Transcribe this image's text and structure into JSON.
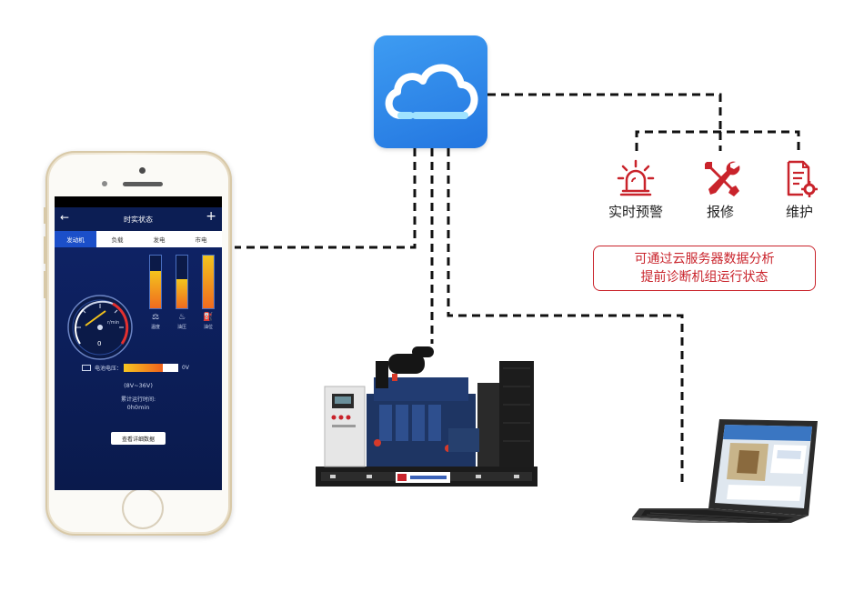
{
  "phone_app": {
    "title": "时实状态",
    "back_icon": "arrow-left-icon",
    "add_icon": "plus-icon",
    "tabs": [
      {
        "label": "发动机",
        "active": true
      },
      {
        "label": "负载",
        "active": false
      },
      {
        "label": "发电",
        "active": false
      },
      {
        "label": "市电",
        "active": false
      }
    ],
    "gauge": {
      "unit": "r/min",
      "reading": "0"
    },
    "tanks": [
      {
        "label": "温度",
        "icon": "thermometer-icon",
        "level": 0.7
      },
      {
        "label": "油压",
        "icon": "oil-can-icon",
        "level": 0.55
      },
      {
        "label": "油位",
        "icon": "fuel-pump-icon",
        "level": 1.0
      }
    ],
    "battery": {
      "label": "电池电压：",
      "value": "0V",
      "range": "(8V~36V)"
    },
    "runtime": {
      "label": "累计运行时间:",
      "value": "0h0min"
    },
    "detail_button": "查看详细数据"
  },
  "cloud": {
    "icon": "cloud-icon",
    "color": "#2f86ea"
  },
  "functions": [
    {
      "label": "实时预警",
      "icon": "alarm-light-icon"
    },
    {
      "label": "报修",
      "icon": "wrench-tools-icon"
    },
    {
      "label": "维护",
      "icon": "maintenance-doc-icon"
    }
  ],
  "note": {
    "line1": "可通过云服务器数据分析",
    "line2": "提前诊断机组运行状态"
  },
  "accent_color": "#c9232b"
}
